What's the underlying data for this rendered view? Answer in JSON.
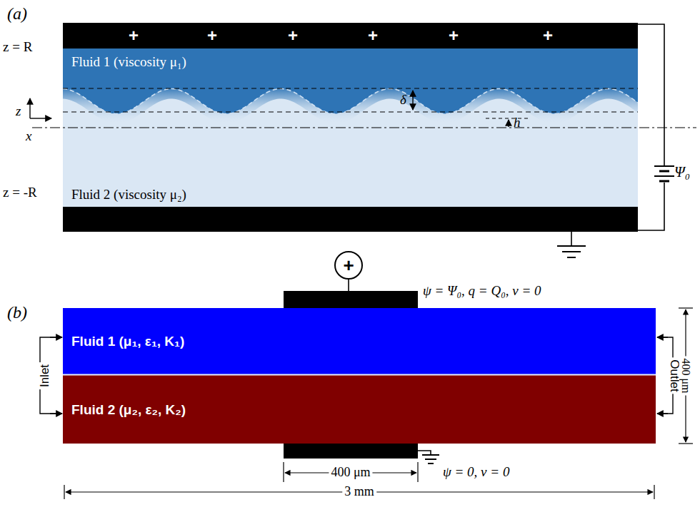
{
  "diagram": {
    "nodes": [
      {
        "text": [
          "+",
          "+",
          "+",
          "+",
          "+",
          "+"
        ]
      },
      {
        "text": [
          "Fluid 1 (viscosity μ₁)"
        ]
      },
      {
        "text": [
          "Fluid 2 (viscosity μ₂)"
        ]
      },
      {
        "text": [
          "+"
        ]
      },
      {
        "text": [
          "Fluid 1 (μ₁, ε₁, K₁)"
        ]
      },
      {
        "text": [
          "Fluid 2 (μ₂, ε₂, K₂)"
        ]
      }
    ],
    "labels": [
      "(a)",
      "z = R",
      "z = -R",
      "z",
      "x",
      "δ",
      "h",
      "Ψ₀",
      "(b)",
      "ψ = Ψ₀, q = Q₀, v = 0",
      "ψ = 0, v = 0",
      "Inlet",
      "Outlet",
      "400 μm",
      "400 μm",
      "3 mm"
    ]
  }
}
